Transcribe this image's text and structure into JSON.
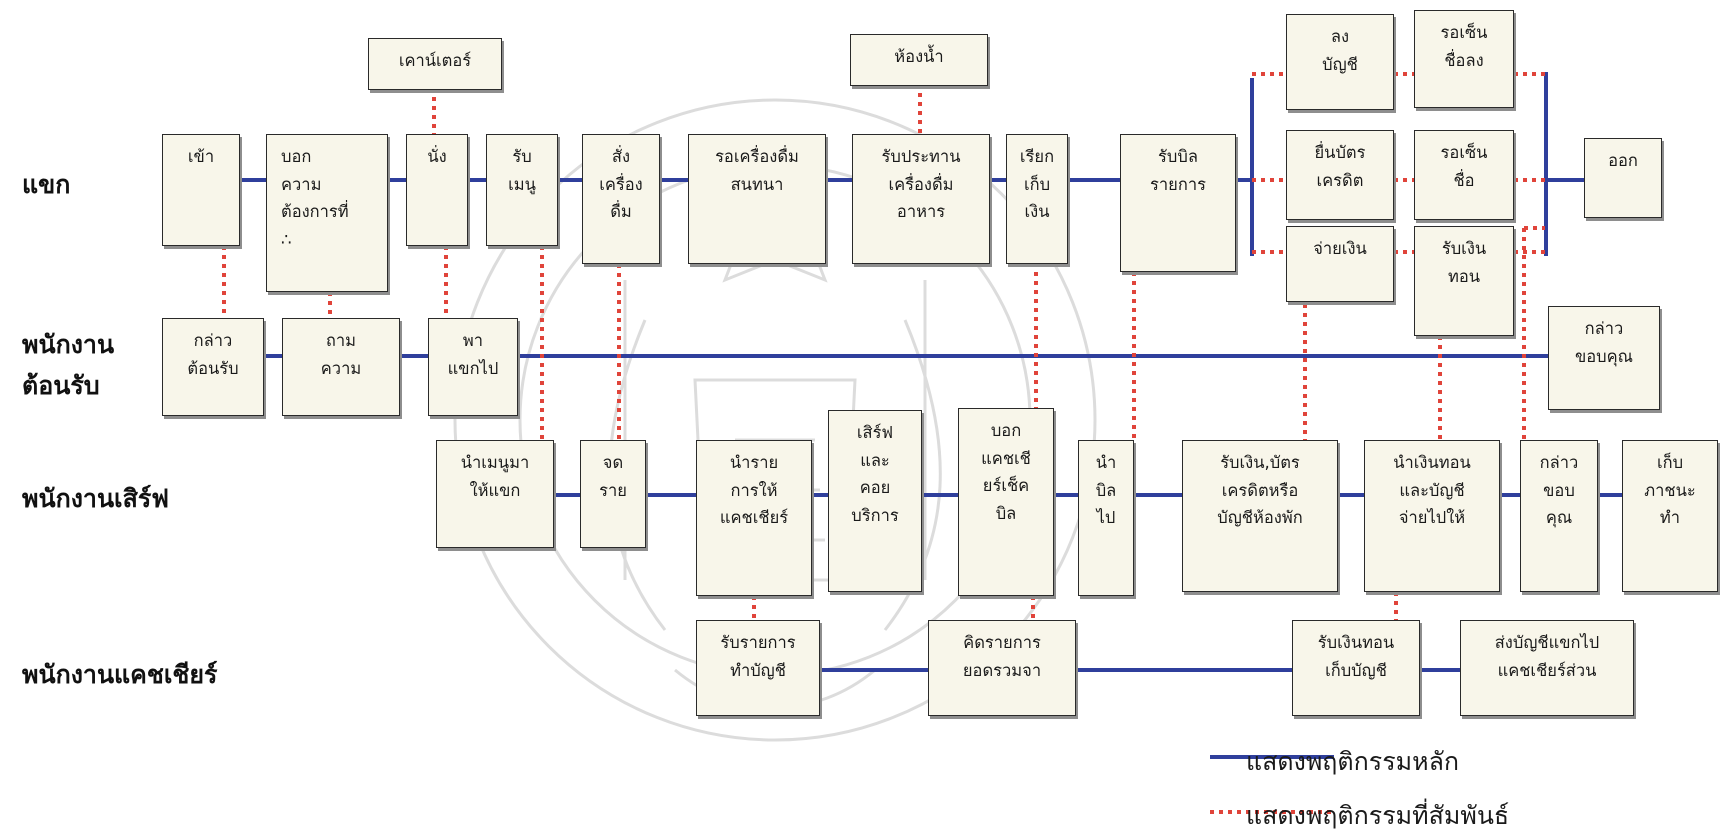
{
  "lanes": {
    "guest": "แขก",
    "receptionist": "พนักงาน\nต้อนรับ",
    "server": "พนักงานเสิร์ฟ",
    "cashier": "พนักงานแคชเชียร์"
  },
  "boxes": {
    "counter": "เคาน์เตอร์",
    "restroom": "ห้องน้ำ",
    "enter": "เข้า",
    "state_need": "บอก\nความ\nต้องการที่\n∴",
    "sit": "นั่ง",
    "receive_menu": "รับ\nเมนู",
    "order_drink": "สั่ง\nเครื่อง\nดื่ม",
    "wait_drink": "รอเครื่องดื่ม\nสนทนา",
    "eat": "รับประทาน\nเครื่องดื่ม\nอาหาร",
    "call_bill": "เรียก\nเก็บ\nเงิน",
    "receive_bill": "รับบิล\nรายการ",
    "sign_account": "ลง\nบัญชี",
    "wait_sign_account": "รอเซ็น\nชื่อลง",
    "give_card": "ยื่นบัตร\nเครดิต",
    "wait_sign_card": "รอเซ็น\nชื่อ",
    "pay_cash": "จ่ายเงิน",
    "receive_change": "รับเงิน\nทอน",
    "exit": "ออก",
    "greet": "กล่าว\nต้อนรับ",
    "ask_need": "ถาม\nความ",
    "lead_guest": "พา\nแขกไป",
    "thank_receptionist": "กล่าว\nขอบคุณ",
    "bring_menu": "นำเมนูมา\nให้แขก",
    "take_order": "จด\nราย",
    "send_order": "นำราย\nการให้\nแคชเชียร์",
    "serve": "เสิร์ฟ\nและ\nคอย\nบริการ",
    "tell_cashier": "บอก\nแคชเชี\nยร์เช็ค\nบิล",
    "bring_bill": "นำ\nบิล\nไป",
    "collect_payment": "รับเงิน,บัตร\nเครดิตหรือ\nบัญชีห้องพัก",
    "return_change": "นำเงินทอน\nและบัญชี\nจ่ายไปให้",
    "thank_server": "กล่าว\nขอบ\nคุณ",
    "clear_table": "เก็บ\nภาชนะ\nทำ",
    "record_order": "รับรายการ\nทำบัญชี",
    "calc_total": "คิดรายการ\nยอดรวมจา",
    "receive_change_cashier": "รับเงินทอน\nเก็บบัญชี",
    "send_account": "ส่งบัญชีแขกไป\nแคชเชียร์ส่วน"
  },
  "legend": {
    "main_label": "แสดงพฤติกรรมหลัก",
    "related_label": "แสดงพฤติกรรมที่สัมพันธ์"
  },
  "colors": {
    "main_line": "#2f3f9c",
    "related_line": "#e0443a",
    "box_fill": "#f8f6ea",
    "box_border": "#2a2a2a"
  }
}
